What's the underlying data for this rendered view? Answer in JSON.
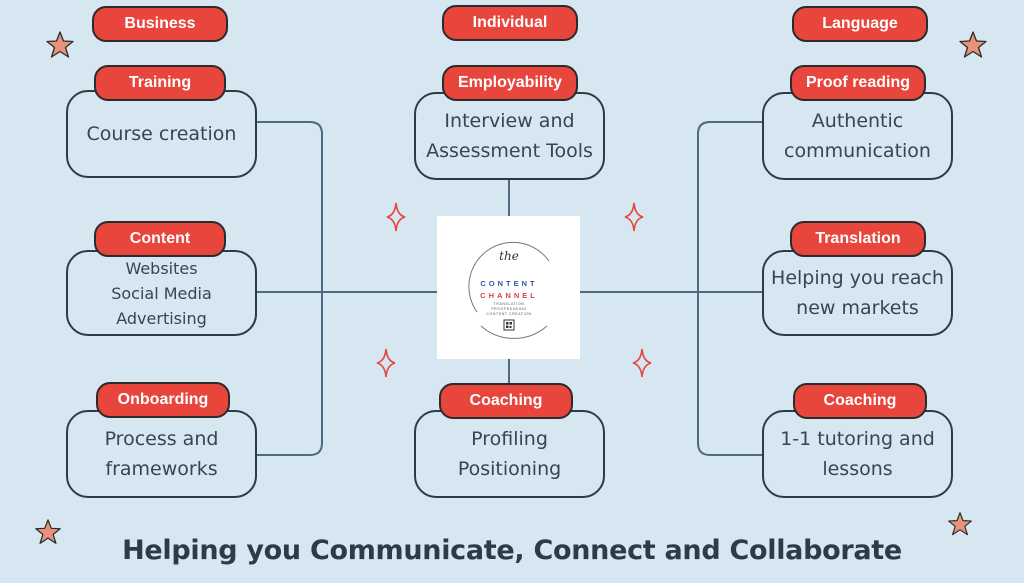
{
  "columns": {
    "business": "Business",
    "individual": "Individual",
    "language": "Language"
  },
  "nodes": {
    "training": {
      "label": "Training",
      "lines": [
        "Course creation"
      ]
    },
    "content": {
      "label": "Content",
      "lines": [
        "Websites",
        "Social Media",
        "Advertising"
      ]
    },
    "onboarding": {
      "label": "Onboarding",
      "lines": [
        "Process and",
        "frameworks"
      ]
    },
    "employability": {
      "label": "Employability",
      "lines": [
        "Interview and",
        "Assessment Tools"
      ]
    },
    "coaching_individual": {
      "label": "Coaching",
      "lines": [
        "Profiling",
        "Positioning"
      ]
    },
    "proof_reading": {
      "label": "Proof reading",
      "lines": [
        "Authentic",
        "communication"
      ]
    },
    "translation": {
      "label": "Translation",
      "lines": [
        "Helping you reach",
        "new markets"
      ]
    },
    "coaching_language": {
      "label": "Coaching",
      "lines": [
        "1-1 tutoring and",
        "lessons"
      ]
    }
  },
  "logo": {
    "the": "the",
    "line1": "CONTENT",
    "line2": "CHANNEL",
    "services": [
      "TRANSLATION",
      "PROOFREADING",
      "CONTENT CREATION"
    ]
  },
  "footer_title": "Helping you Communicate, Connect and Collaborate",
  "colors": {
    "background": "#d6e7f1",
    "pill": "#e8453c",
    "outline": "#2f3a47",
    "connector": "#4d6a80",
    "star": "#e8927a",
    "sparkle": "#e8453c",
    "logo_blue": "#2b5aa8",
    "logo_red": "#d64540"
  }
}
